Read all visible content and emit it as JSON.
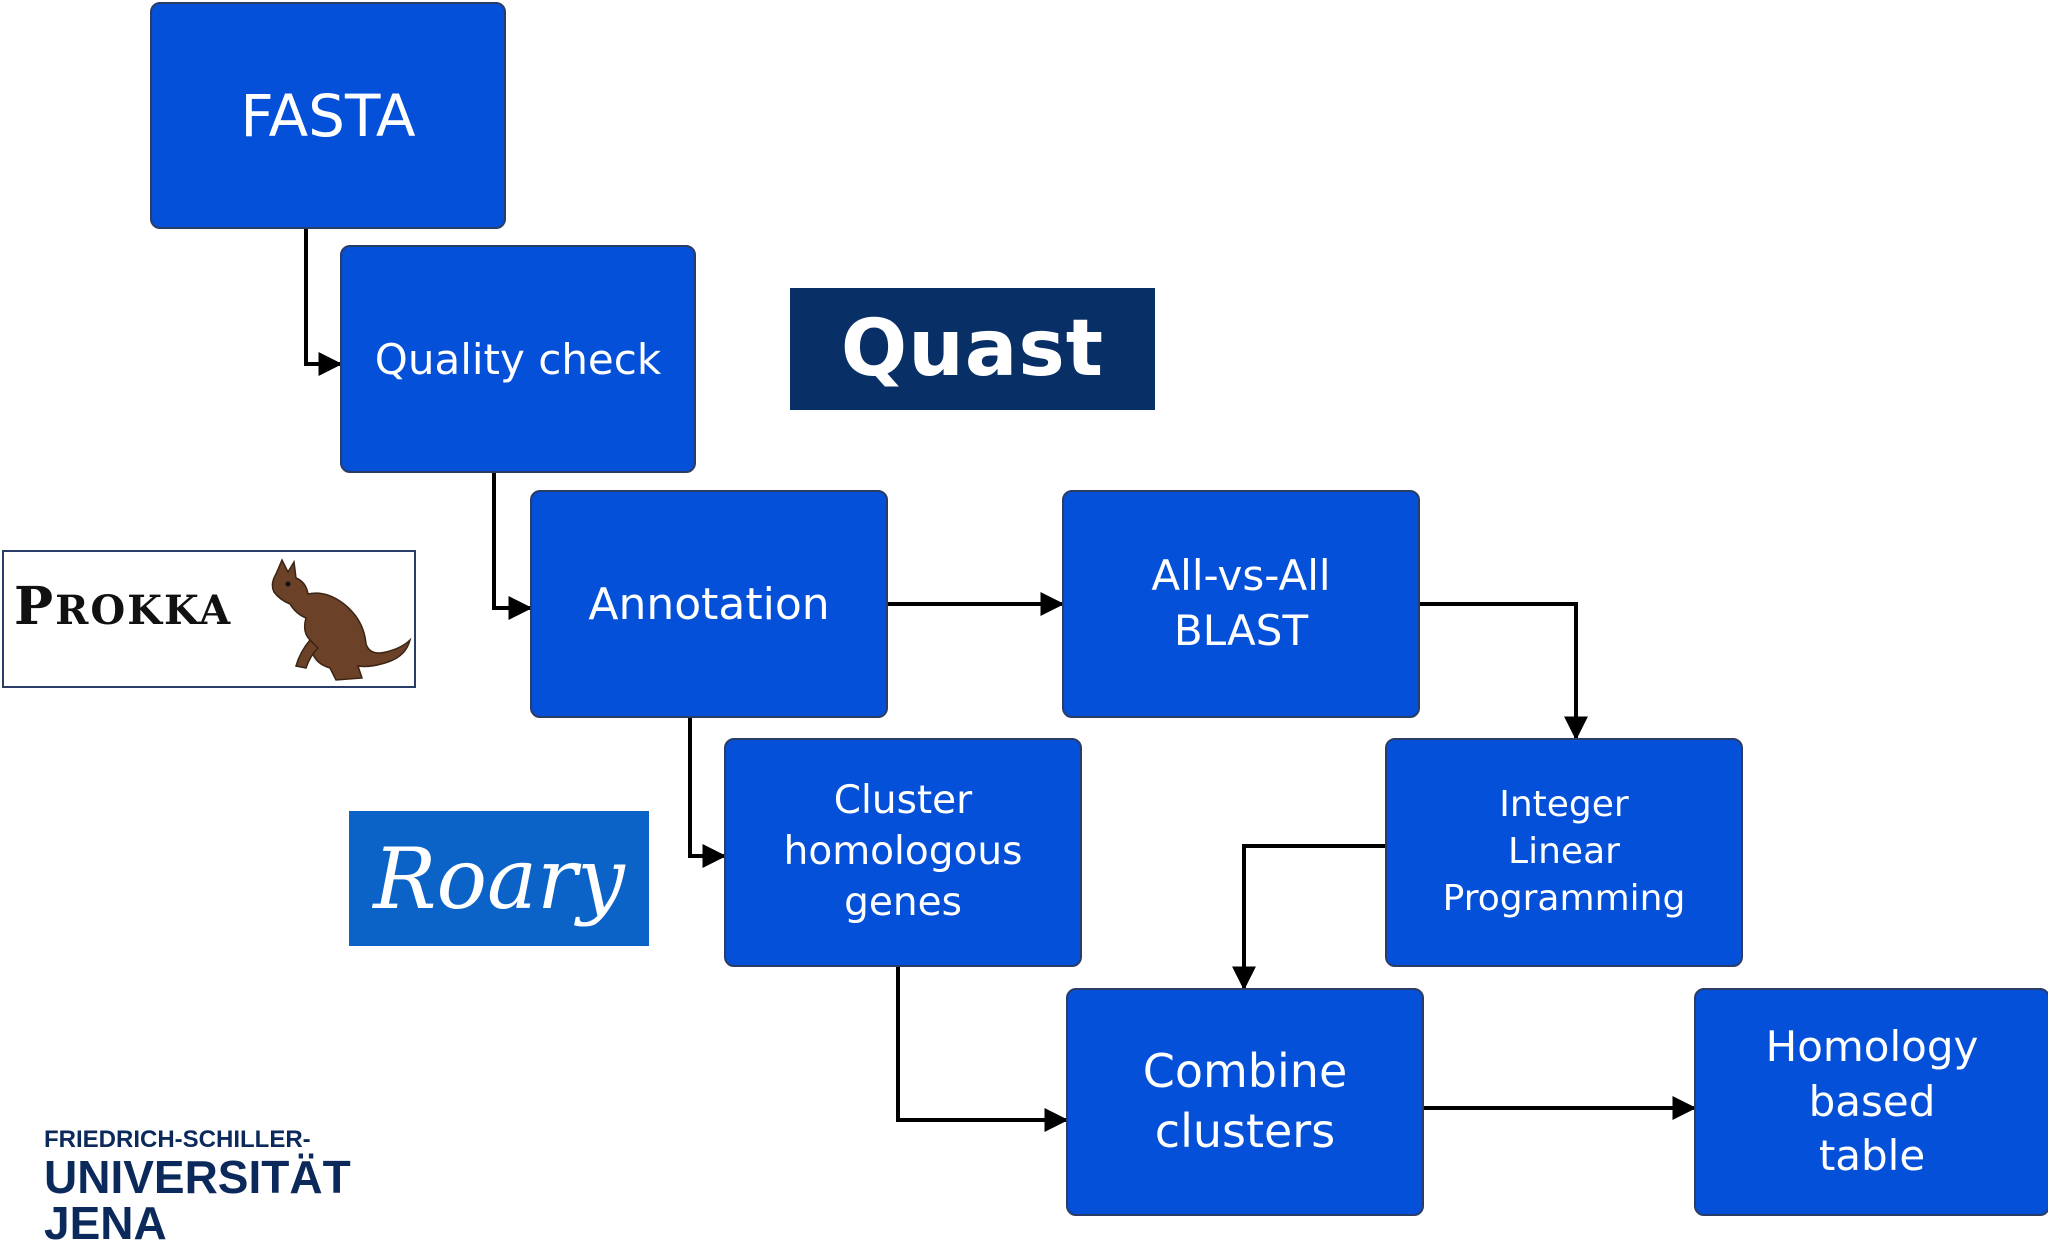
{
  "flow": {
    "fasta": "FASTA",
    "quality_check": "Quality check",
    "annotation": "Annotation",
    "all_vs_all_blast": "All-vs-All\nBLAST",
    "cluster_homologous_genes": "Cluster\nhomologous\ngenes",
    "integer_linear_programming": "Integer\nLinear\nProgramming",
    "combine_clusters": "Combine\nclusters",
    "homology_based_table": "Homology\nbased\ntable"
  },
  "logos": {
    "quast": "Quast",
    "prokka_initial": "P",
    "prokka_rest": "ROKKA",
    "roary": "Roary",
    "university_line1": "FRIEDRICH-SCHILLER-",
    "university_line2": "UNIVERSITÄT",
    "university_line3": "JENA"
  },
  "colors": {
    "box_fill": "#0550d8",
    "quast_bg": "#082f66",
    "roary_bg": "#0c63c7",
    "university_text": "#0b2a5b",
    "connector": "#000000"
  },
  "icons": {
    "prokka_mascot": "kangaroo-icon"
  }
}
